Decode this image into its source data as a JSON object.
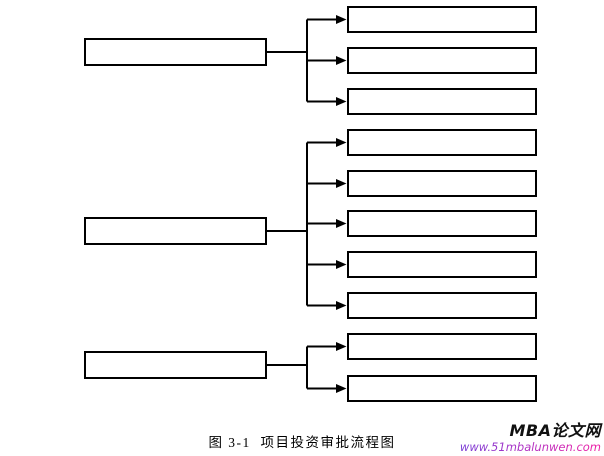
{
  "page": {
    "background_color": "#ffffff"
  },
  "flowchart": {
    "line_color": "#000000",
    "box_border_color": "#000000",
    "box_fill_color": "#ffffff",
    "groups": [
      {
        "source_label": "",
        "targets": [
          "",
          "",
          ""
        ]
      },
      {
        "source_label": "",
        "targets": [
          "",
          "",
          "",
          "",
          ""
        ]
      },
      {
        "source_label": "",
        "targets": [
          "",
          ""
        ]
      }
    ]
  },
  "caption": {
    "text": "图 3-1  项目投资审批流程图"
  },
  "watermark": {
    "site_name": "MBA论文网",
    "site_url": "www.51mbalunwen.com",
    "site_name_color": "#111111",
    "url_gradient_start": "#7b3fd6",
    "url_gradient_end": "#ef1da4"
  }
}
